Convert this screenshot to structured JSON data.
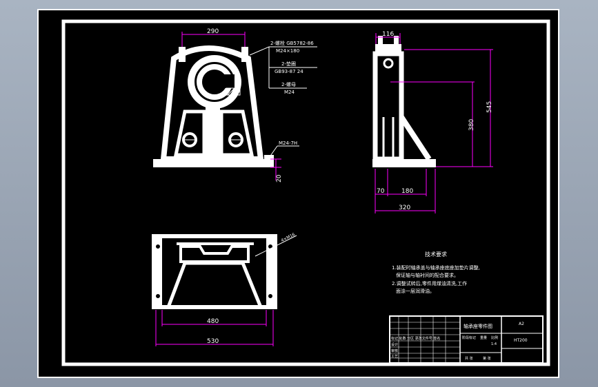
{
  "annotations": {
    "bolt_spec": "2-螺栓 GB5782-86",
    "bolt_size": "M24×180",
    "washer_label": "2-垫圈",
    "washer_spec": "GB93-87 24",
    "nut_label": "2-螺母",
    "nut_size": "M24",
    "hole_callout": "M24-7H",
    "section_callout": "4×M16"
  },
  "dimensions": {
    "front_top_width": "290",
    "front_base_thickness": "20",
    "side_top_width": "116",
    "side_overall_height": "545",
    "side_center_height": "380",
    "side_offset": "70",
    "side_mid_width": "180",
    "side_base_width": "320",
    "top_inner_width": "480",
    "top_overall_width": "530"
  },
  "technical_requirements": {
    "title": "技术要求",
    "line1": "1.装配时轴承盖与轴承座底座加垫片调整,",
    "line2": "保证轴与轴衬间的配合要求。",
    "line3": "2.调整试转后,零件用煤油清洗,工作",
    "line4": "面涂一层润滑油。"
  },
  "title_block": {
    "drawing_name": "轴承座零件图",
    "sheet_size": "A2",
    "material": "HT200",
    "row1": "标记 处数 分区 更改文件号 签名",
    "row2": "设计",
    "row3": "审核",
    "row4": "工艺",
    "stage_label": "阶段标记",
    "weight_label": "重量",
    "scale_label": "比例",
    "scale_value": "1:4",
    "sheet_label": "共 张",
    "sheet_no": "第 张"
  }
}
